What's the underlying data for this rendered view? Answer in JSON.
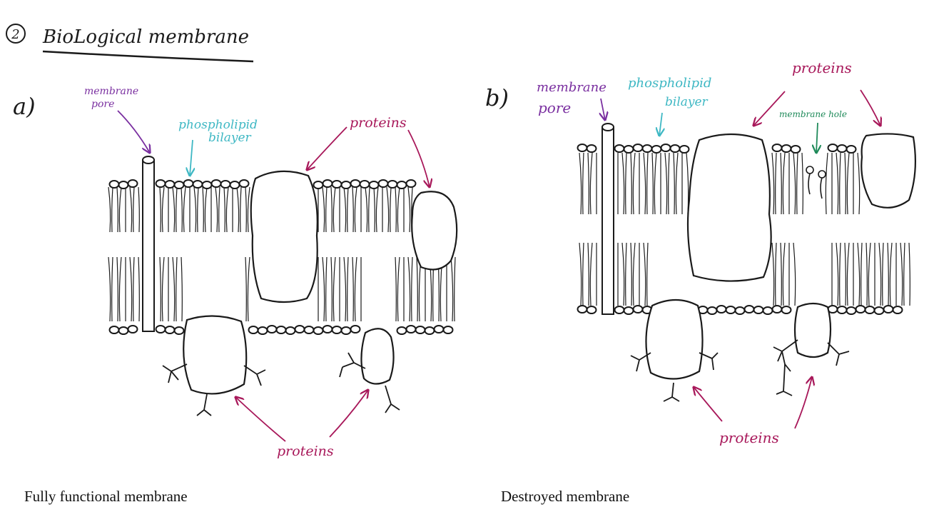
{
  "title": {
    "number": "2",
    "text": "BioLogical membrane"
  },
  "panel_a": {
    "letter": "a)",
    "labels": {
      "pore_line1": "membrane",
      "pore_line2": "pore",
      "bilayer_line1": "phospholipid",
      "bilayer_line2": "bilayer",
      "proteins_top": "proteins",
      "proteins_bottom": "proteins"
    },
    "caption": "Fully functional membrane"
  },
  "panel_b": {
    "letter": "b)",
    "labels": {
      "pore_line1": "membrane",
      "pore_line2": "pore",
      "bilayer_line1": "phospholipid",
      "bilayer_line2": "bilayer",
      "proteins_top": "proteins",
      "hole": "membrane hole",
      "proteins_bottom": "proteins"
    },
    "caption": "Destroyed membrane"
  },
  "colors": {
    "ink": "#1a1a1a",
    "pore_label": "#7a2fa0",
    "bilayer_label": "#3fb8c4",
    "protein_label": "#a8185a",
    "hole_label": "#1f8a5a"
  }
}
